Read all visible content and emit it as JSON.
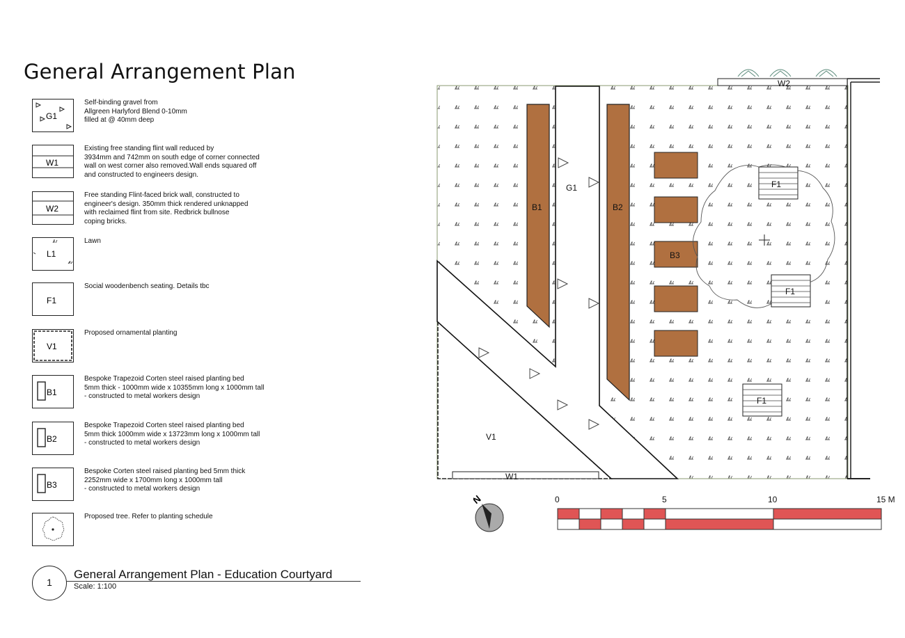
{
  "page_title": "General Arrangement Plan",
  "legend": [
    {
      "code": "G1",
      "description": "Self-binding gravel from\nAllgreen Harlyford Blend 0-10mm\nfilled at @ 40mm deep"
    },
    {
      "code": "W1",
      "description": "Existing free standing flint wall reduced by\n3934mm and 742mm on south edge of corner connected\nwall on west corner also removed.Wall ends squared off\nand constructed to engineers design."
    },
    {
      "code": "W2",
      "description": "Free standing Flint-faced brick wall, constructed to\nengineer's design. 350mm thick rendered unknapped\nwith reclaimed flint from site. Redbrick bullnose\ncoping bricks."
    },
    {
      "code": "L1",
      "description": "Lawn"
    },
    {
      "code": "F1",
      "description": "Social woodenbench seating. Details tbc"
    },
    {
      "code": "V1",
      "description": "Proposed ornamental planting"
    },
    {
      "code": "B1",
      "description": "Bespoke Trapezoid Corten steel raised planting bed\n5mm thick - 1000mm wide x 10355mm long x 1000mm tall\n- constructed to metal workers design"
    },
    {
      "code": "B2",
      "description": "Bespoke Trapezoid Corten steel raised planting bed\n5mm thick 1000mm wide x 13723mm long x 1000mm tall\n- constructed to metal workers design"
    },
    {
      "code": "B3",
      "description": "Bespoke Corten steel raised planting bed 5mm thick\n 2252mm wide x 1700mm long x 1000mm tall\n- constructed to metal workers design"
    },
    {
      "code": "",
      "description": "Proposed tree. Refer to planting schedule"
    }
  ],
  "plan_labels": {
    "g1": "G1",
    "b1": "B1",
    "b2": "B2",
    "b3": "B3",
    "f1": "F1",
    "v1": "V1",
    "w1": "W1",
    "w2": "W2"
  },
  "north_label": "N",
  "scale_ticks": [
    "0",
    "5",
    "10",
    "15 M"
  ],
  "footer": {
    "drawing_number": "1",
    "title": "General Arrangement Plan - Education Courtyard",
    "scale": "Scale: 1:100"
  },
  "colors": {
    "corten": "#b07040",
    "scale_red": "#e05555",
    "line": "#222222"
  }
}
